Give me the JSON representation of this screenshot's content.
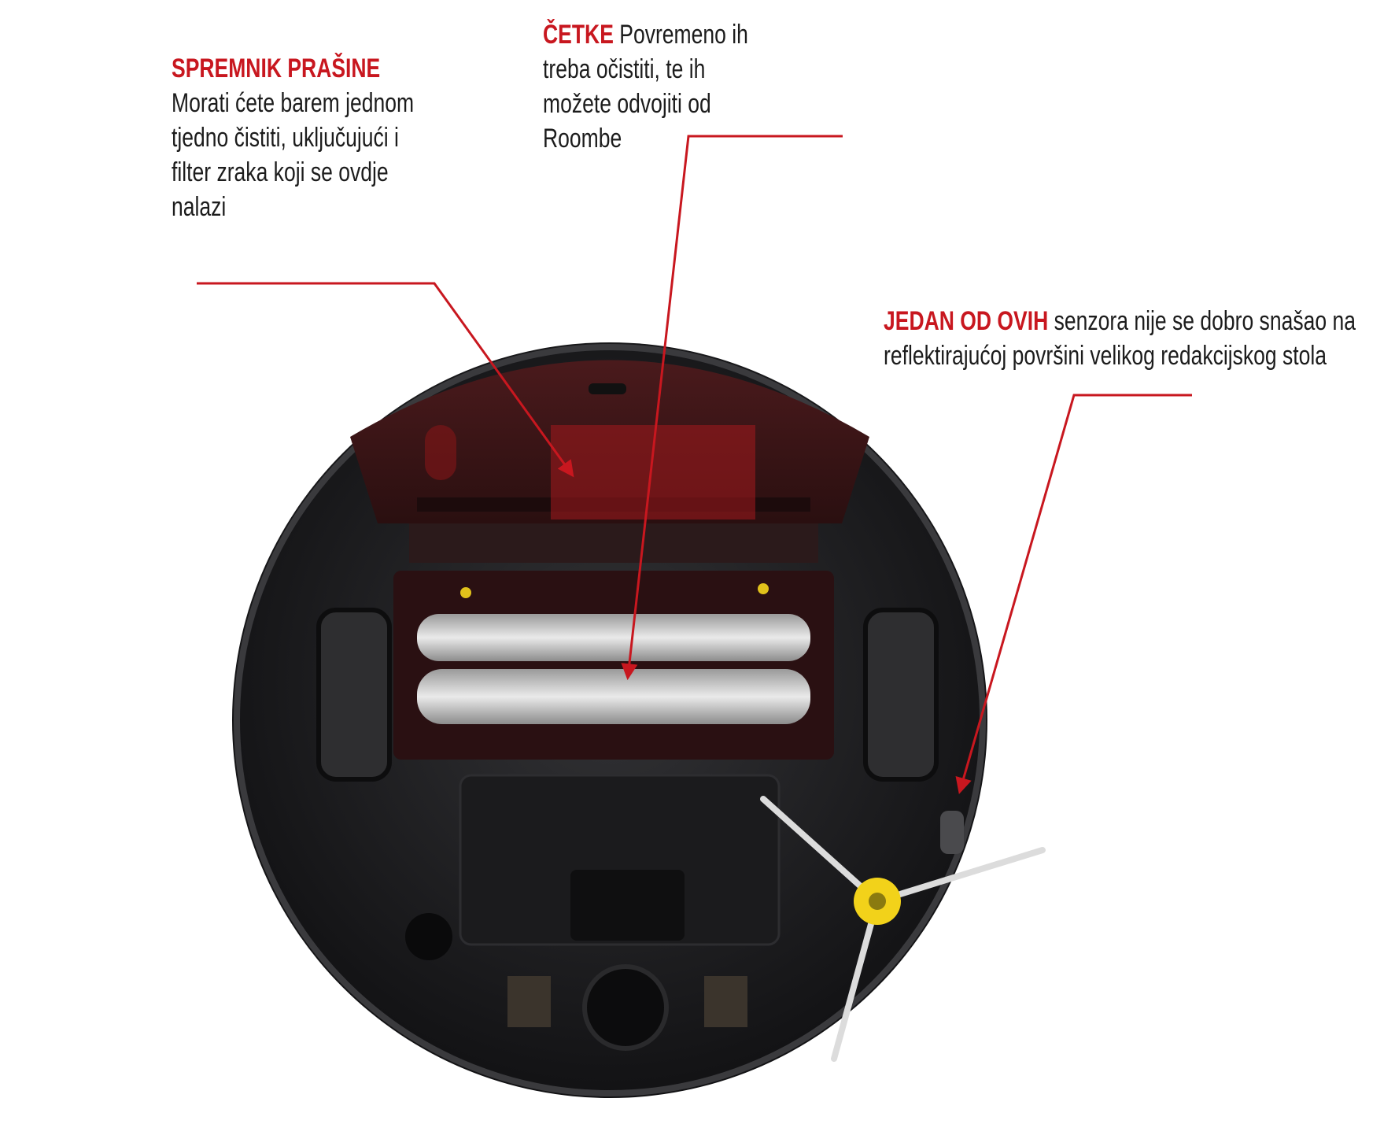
{
  "callouts": {
    "dust_bin": {
      "heading": "SPREMNIK PRAŠINE",
      "body": "Morati ćete barem jednom tjedno čistiti, uključujući i filter zraka koji se ovdje nalazi"
    },
    "brushes": {
      "heading": "ČETKE",
      "body": "Povremeno ih treba očistiti, te ih možete odvojiti od Roombe"
    },
    "sensor": {
      "heading": "JEDAN OD OVIH",
      "line1": "senzora nije se dobro snašao na",
      "line2": "reflektirajućoj površini velikog redakcijskog stola"
    }
  },
  "colors": {
    "accent": "#c8171f",
    "text": "#1c1c1c",
    "body_dark": "#1f1f21",
    "bin_red": "#3a1416",
    "roller_white": "#e6e6e6",
    "side_brush_yellow": "#f2d21a"
  },
  "icons": {
    "pointer": "leader-arrow-icon",
    "robot": "robot-vacuum-underside-icon"
  }
}
